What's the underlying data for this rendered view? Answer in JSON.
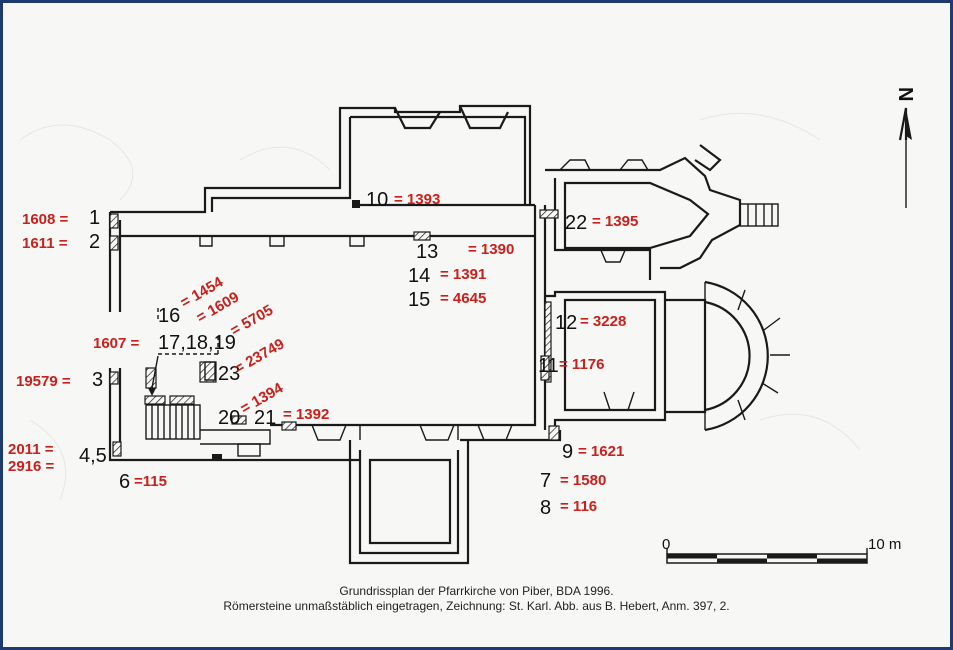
{
  "north_label": "N",
  "scale": {
    "zero": "0",
    "end": "10 m"
  },
  "red_labels": {
    "l1608": "1608 =",
    "l1611": "1611 =",
    "l19579": "19579 =",
    "l2011": "2011 =",
    "l2916": "2916 =",
    "l1607": "1607 =",
    "e1454": "= 1454",
    "e1609": "= 1609",
    "e5705": "= 5705",
    "e23749": "= 23749",
    "e1394": "= 1394",
    "e1392": "= 1392",
    "e1393": "= 1393",
    "e1390": "= 1390",
    "e1391": "= 1391",
    "e4645": "= 4645",
    "e1395": "= 1395",
    "e3228": "= 3228",
    "e1176": "= 1176",
    "e1621": "= 1621",
    "e1580": "= 1580",
    "e116": "= 116",
    "e115": "=115"
  },
  "numbers": {
    "n1": "1",
    "n2": "2",
    "n3": "3",
    "n45": "4,5",
    "n6": "6",
    "n7": "7",
    "n8": "8",
    "n9": "9",
    "n10": "10",
    "n11": "11",
    "n12": "12",
    "n13": "13",
    "n14": "14",
    "n15": "15",
    "n16": "16",
    "n171819": "17,18,19",
    "n20": "20",
    "n21": "21",
    "n22": "22",
    "n23": "23"
  },
  "caption": {
    "line1": "Grundrissplan der Pfarrkirche von Piber, BDA 1996.",
    "line2": "Römersteine unmaßstäblich eingetragen, Zeichnung: St. Karl. Abb. aus B. Hebert, Anm. 397, 2."
  }
}
